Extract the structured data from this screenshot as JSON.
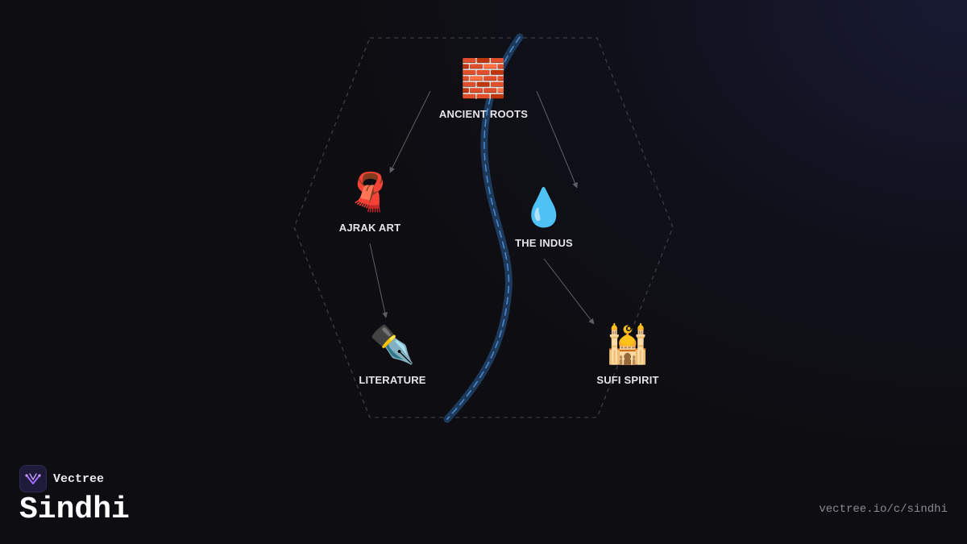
{
  "brand": {
    "name": "Vectree",
    "logo_icon": "vectree-logo-icon",
    "accent": "#a46bff"
  },
  "page": {
    "title": "Sindhi",
    "url": "vectree.io/c/sindhi"
  },
  "colors": {
    "background": "#0e0e12",
    "river": "#1d3a5c",
    "river_dash": "#4a86c8",
    "hexagon": "#3c3c44",
    "arrow": "#5e5e66",
    "label": "#e6e6ea"
  },
  "diagram": {
    "nodes": [
      {
        "id": "ancient-roots",
        "label": "ANCIENT ROOTS",
        "icon": "brick-wall-icon",
        "glyph": "🧱"
      },
      {
        "id": "ajrak-art",
        "label": "AJRAK ART",
        "icon": "scarf-icon",
        "glyph": "🧣"
      },
      {
        "id": "the-indus",
        "label": "THE INDUS",
        "icon": "water-drop-icon",
        "glyph": "💧"
      },
      {
        "id": "literature",
        "label": "LITERATURE",
        "icon": "fountain-pen-icon",
        "glyph": "✒️"
      },
      {
        "id": "sufi-spirit",
        "label": "SUFI SPIRIT",
        "icon": "mosque-icon",
        "glyph": "🕌"
      }
    ],
    "edges": [
      {
        "from": "ancient-roots",
        "to": "ajrak-art"
      },
      {
        "from": "ancient-roots",
        "to": "the-indus"
      },
      {
        "from": "ajrak-art",
        "to": "literature"
      },
      {
        "from": "the-indus",
        "to": "sufi-spirit"
      }
    ]
  }
}
